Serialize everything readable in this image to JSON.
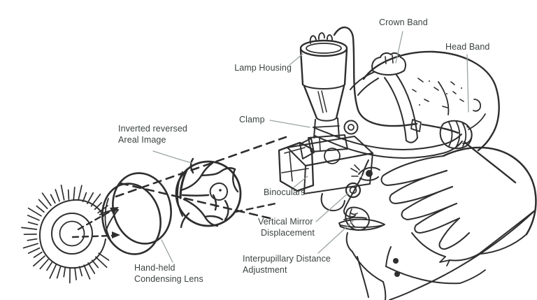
{
  "labels": {
    "crown_band": "Crown Band",
    "head_band": "Head Band",
    "lamp_housing": "Lamp Housing",
    "clamp": "Clamp",
    "binoculars": "Binoculars",
    "vertical_mirror_line1": "Vertical Mirror",
    "vertical_mirror_line2": "Displacement",
    "interpupillary_line1": "Interpupillary Distance",
    "interpupillary_line2": "Adjustment",
    "inverted_line1": "Inverted reversed",
    "inverted_line2": "Areal Image",
    "condensing_line1": "Hand-held",
    "condensing_line2": "Condensing Lens"
  },
  "colors": {
    "ink": "#2e2e2e",
    "label_text": "#3a423d",
    "leader_line": "#9ba59e",
    "background": "#ffffff"
  }
}
